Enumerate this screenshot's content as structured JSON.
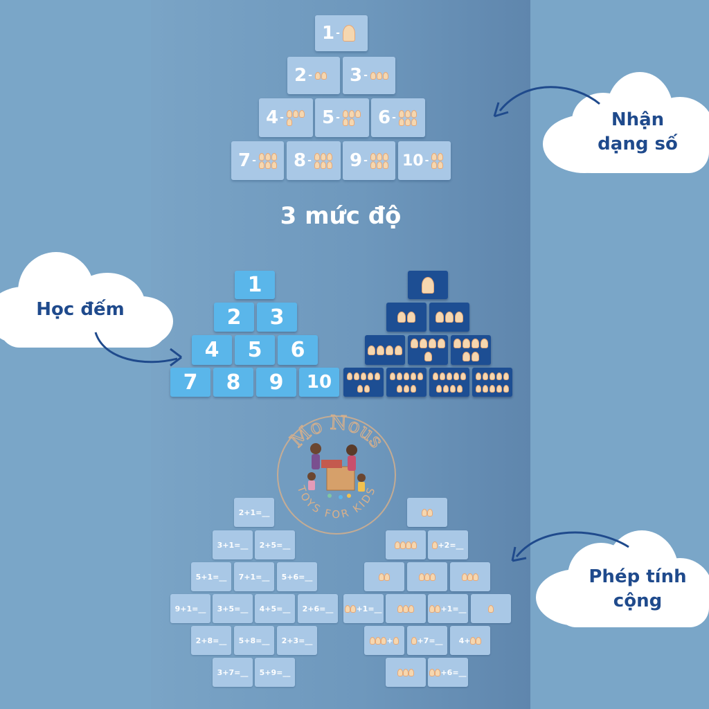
{
  "heading": "3 mức độ",
  "clouds": {
    "recognize": [
      "Nhận",
      "dạng số"
    ],
    "count": "Học đếm",
    "addition": [
      "Phép tính",
      "cộng"
    ]
  },
  "number_pyramid": [
    "1",
    "2",
    "3",
    "4",
    "5",
    "6",
    "7",
    "8",
    "9",
    "10"
  ],
  "rocket_pyramid_counts": [
    1,
    2,
    3,
    4,
    5,
    6,
    7,
    8,
    9,
    10
  ],
  "recognition_pyramid": [
    "1",
    "2",
    "3",
    "4",
    "5",
    "6",
    "7",
    "8",
    "9",
    "10"
  ],
  "addition_left": [
    "2+1=__",
    "3+1=__",
    "2+5=__",
    "5+1=__",
    "7+1=__",
    "5+6=__",
    "9+1=__",
    "3+5=__",
    "4+5=__",
    "2+6=__",
    "2+8=__",
    "5+8=__",
    "2+3=__",
    "3+7=__",
    "5+9=__"
  ],
  "addition_right": [
    "",
    "",
    "+2=__",
    "",
    "",
    "",
    "+1=__",
    "",
    "+1=__",
    "",
    "+7=__",
    "4+",
    "",
    "+6=__"
  ],
  "logo": {
    "brand": "Mo Nous",
    "tagline": "TOYS FOR KIDS"
  },
  "colors": {
    "background": "#7aa6c8",
    "light_tile": "#5ab6ea",
    "dark_tile": "#1d4e93",
    "cloud_text": "#1f4a8c"
  }
}
